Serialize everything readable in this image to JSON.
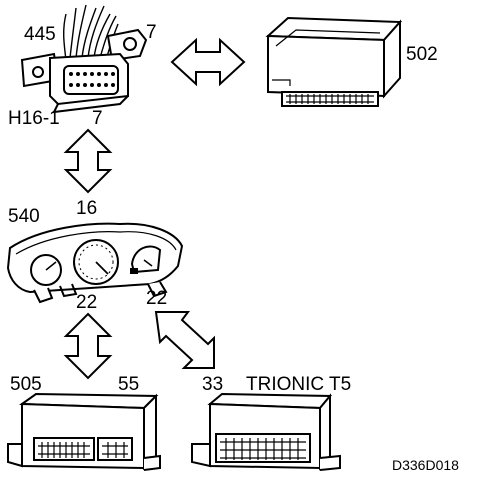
{
  "labels": {
    "connector_id": "445",
    "connector_pin_top": "7",
    "connector_name": "H16-1",
    "connector_pin_bottom": "7",
    "ecu_top_id": "502",
    "cluster_id": "540",
    "cluster_pin_top": "16",
    "cluster_pin_left": "22",
    "cluster_pin_right": "22",
    "module_left_id": "505",
    "module_left_pin": "55",
    "module_right_pin": "33",
    "module_right_name": "TRIONIC T5",
    "figure_code": "D336D018"
  },
  "colors": {
    "ink": "#000000",
    "paper": "#ffffff"
  },
  "icons": {
    "connector": "diagnostic-connector-icon",
    "ecu": "control-module-icon",
    "cluster": "instrument-cluster-icon",
    "arrow": "double-headed-arrow-icon"
  }
}
